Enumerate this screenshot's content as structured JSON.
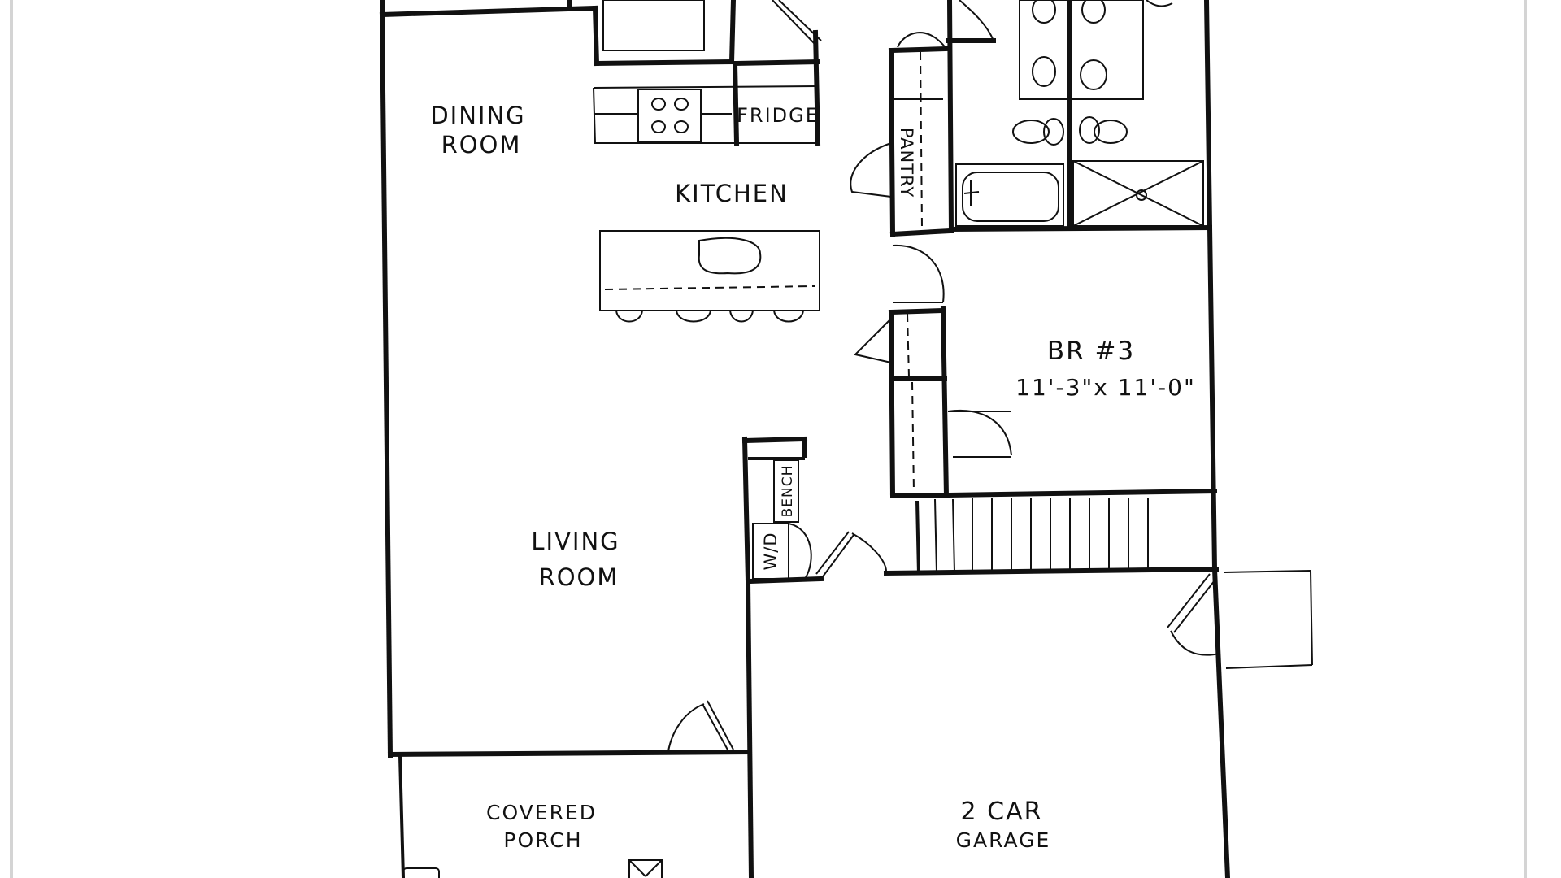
{
  "floor_plan": {
    "rooms": {
      "dining": [
        "DINING",
        "ROOM"
      ],
      "kitchen": "KITCHEN",
      "fridge": "FRIDGE",
      "pantry": "PANTRY",
      "br3_name": "BR #3",
      "br3_size": "11'-3\"x 11'-0\"",
      "living": [
        "LIVING",
        "ROOM"
      ],
      "bench": "BENCH",
      "wd": "W/D",
      "porch": [
        "COVERED",
        "PORCH"
      ],
      "garage": [
        "2 CAR",
        "GARAGE"
      ]
    }
  }
}
